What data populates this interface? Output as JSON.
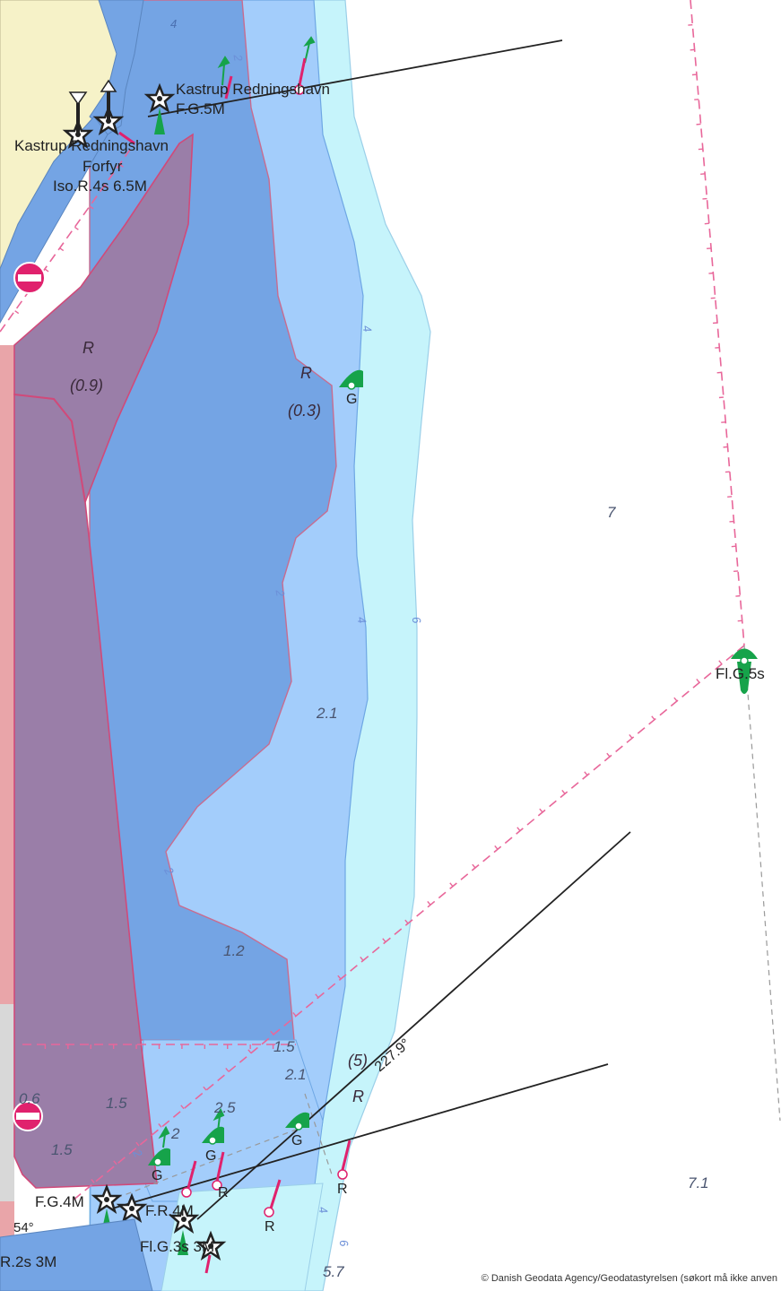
{
  "colors": {
    "land": "#f6f2c8",
    "shallow_dark": "#74a4e4",
    "shallow_mid": "#a3cdfb",
    "shallow_light": "#c6f4fb",
    "deep": "#ffffff",
    "restricted": "#9a7ea8",
    "restricted_border": "#d04a7a",
    "green_mark": "#16a34a",
    "red_mark": "#e0216d",
    "cable_line": "#e8679a"
  },
  "lights": {
    "redningshavn_top_name": "Kastrup Redningshavn",
    "redningshavn_top_char": "F.G.5M",
    "redningshavn_forfyr_name": "Kastrup Redningshavn",
    "redningshavn_forfyr_sub": "Forfyr",
    "redningshavn_forfyr_char": "Iso.R.4s 6.5M",
    "buoy_right_char": "Fl.G.5s",
    "bottom_fg4m": "F.G.4M",
    "bottom_fr4m": "F.R.4M",
    "bottom_flg3s": "Fl.G.3s 3M",
    "bottom_r2s": "R.2s 3M",
    "bottom_bearing_small": "54°"
  },
  "zones": {
    "r1": "R",
    "r1_depth": "(0.9)",
    "r2": "R",
    "r2_depth": "(0.3)",
    "r3": "R",
    "r3_depth": "(5)"
  },
  "bearing": "227.9°",
  "depths": {
    "d7": "7",
    "d21": "2.1",
    "d12": "1.2",
    "d15a": "1.5",
    "d21b": "2.1",
    "d25": "2.5",
    "d06": "0.6",
    "d15b": "1.5",
    "d15c": "1.5",
    "d71": "7.1",
    "d57": "5.7",
    "d2": "2"
  },
  "contours": {
    "c4_top": "4",
    "c2_top": "2",
    "c4_mid": "4",
    "c2_mid": "2",
    "c4_low": "4",
    "c6_low": "6",
    "c2_bottom": "2",
    "c4_bottom": "4",
    "c6_bottom": "6",
    "c2_small": "2"
  },
  "buoy_letters": {
    "g1": "G",
    "g2": "G",
    "g3": "G",
    "g4": "G",
    "r1": "R",
    "r2": "R",
    "r3": "R"
  },
  "attribution": "© Danish Geodata Agency/Geodatastyrelsen (søkort må ikke anven"
}
